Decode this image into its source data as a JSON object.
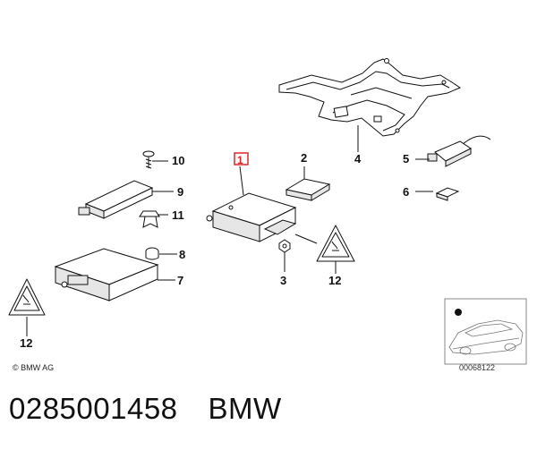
{
  "diagram": {
    "callouts": {
      "c1": "1",
      "c2": "2",
      "c3": "3",
      "c4": "4",
      "c5": "5",
      "c6": "6",
      "c7": "7",
      "c8": "8",
      "c9": "9",
      "c10": "10",
      "c11": "11",
      "c12a": "12",
      "c12b": "12"
    },
    "copyright": "© BMW AG",
    "reference_code": "00068122"
  },
  "caption": {
    "part_number": "0285001458",
    "brand": "BMW"
  },
  "colors": {
    "highlight": "#d9262b",
    "ink": "#111111"
  }
}
